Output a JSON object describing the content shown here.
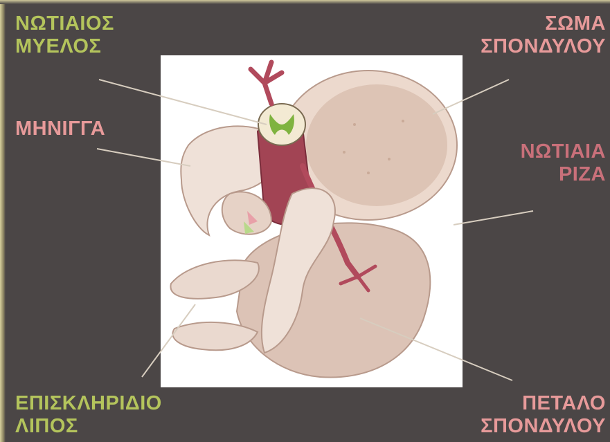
{
  "labels": {
    "spinal_cord": {
      "lines": [
        "ΝΩΤΙΑΙΟΣ",
        "ΜΥΕΛΟΣ"
      ]
    },
    "meninges": {
      "lines": [
        "ΜΗΝΙΓΓΑ"
      ]
    },
    "epidural_fat": {
      "lines": [
        "ΕΠΙΣΚΛΗΡΙΔΙΟ",
        "ΛΙΠΟΣ"
      ]
    },
    "vertebral_body": {
      "lines": [
        "ΣΩΜΑ",
        "ΣΠΟΝΔΥΛΟΥ"
      ]
    },
    "nerve_root": {
      "lines": [
        "ΝΩΤΙΑΙΑ",
        "ΡΙΖΑ"
      ]
    },
    "lamina": {
      "lines": [
        "ΠΕΤΑΛΟ",
        "ΣΠΟΝΔΥΛΟΥ"
      ]
    }
  },
  "colors": {
    "background": "#4b4646",
    "label_green": "#b4c45c",
    "label_pink": "#e79a9a",
    "label_rose": "#c9707a",
    "bone": "#e9d5c9",
    "nerve": "#b14a5c",
    "cord_gray_matter": "#7fb33f"
  }
}
